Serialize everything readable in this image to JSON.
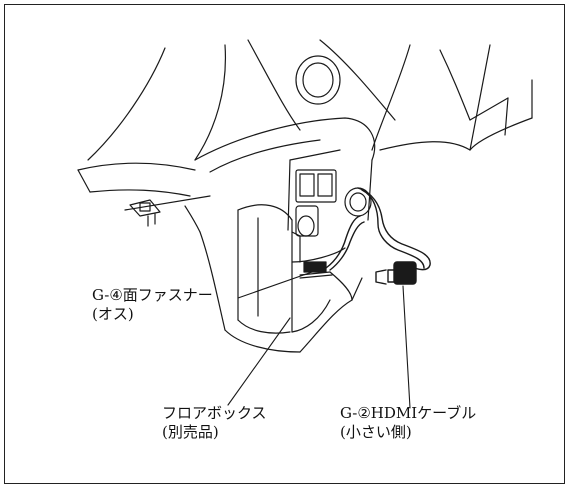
{
  "labels": {
    "fastener": {
      "line1": "G-④面ファスナー",
      "line2": "(オス)"
    },
    "floorbox": {
      "line1": "フロアボックス",
      "line2": "(別売品)"
    },
    "hdmi": {
      "line1": "G-②HDMIケーブル",
      "line2": "(小さい側)"
    }
  },
  "colors": {
    "line": "#1a1a1a",
    "background": "#ffffff"
  }
}
